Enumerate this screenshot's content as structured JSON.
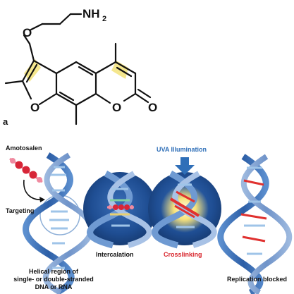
{
  "molecule": {
    "panel_letter": "a",
    "atoms": {
      "nh2_n": "NH",
      "nh2_sub": "2",
      "ether_o": "O",
      "furan_o": "O",
      "lactone_o": "O",
      "carbonyl_o": "O"
    },
    "highlight_color": "#f3e37a"
  },
  "diagram": {
    "labels": {
      "amotosalen": "Amotosalen",
      "uva": "UVA Illumination",
      "targeting": "Targeting",
      "intercalation": "Intercalation",
      "crosslinking": "Crosslinking",
      "helical_region": [
        "Helical region of",
        "single- or double-stranded",
        "DNA or RNA"
      ],
      "replication_blocked": "Replication blocked"
    },
    "colors": {
      "uva_text": "#2f6fb8",
      "crosslinking_text": "#d8232a",
      "circle_fill": "#1f4e93",
      "strand": "#3a6fb0",
      "drug_red": "#d72638",
      "drug_pink": "#f08aa0",
      "crosslink_red": "#e0312f",
      "glow_yellow": "#f7e27a"
    }
  }
}
